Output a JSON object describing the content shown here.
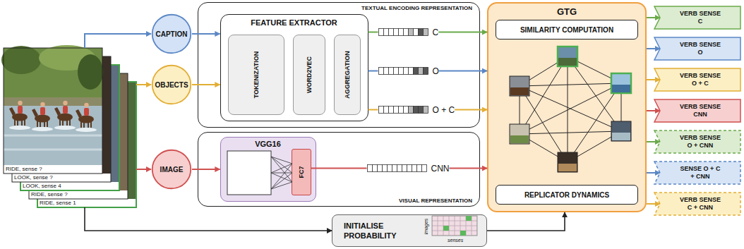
{
  "diagram": {
    "nodes": [
      {
        "text": [
          "RIDE, sense ?",
          "LOOK, sense ?",
          "LOOK, sense 4",
          "RIDE, sense ?",
          "RIDE, sense 1"
        ]
      },
      {
        "text": [
          "CAPTION"
        ]
      },
      {
        "text": [
          "OBJECTS"
        ]
      },
      {
        "text": [
          "IMAGE"
        ]
      },
      {
        "text": [
          "TEXTUAL ENCODING REPRESENTATION"
        ]
      },
      {
        "text": [
          "FEATURE EXTRACTOR"
        ],
        "in": 4
      },
      {
        "text": [
          "TOKENIZATION"
        ],
        "in": 5
      },
      {
        "text": [
          "WORD2VEC"
        ],
        "in": 5
      },
      {
        "text": [
          "AGGREGATION"
        ],
        "in": 5
      },
      {
        "text": [
          "C"
        ],
        "in": 4
      },
      {
        "text": [
          "O"
        ],
        "in": 4
      },
      {
        "text": [
          "O + C"
        ],
        "in": 4
      },
      {
        "text": [
          "VISUAL REPRESENTATION"
        ]
      },
      {
        "text": [
          "VGG16"
        ],
        "in": 12
      },
      {
        "text": [
          "FC7"
        ],
        "in": 13
      },
      {
        "text": [
          "CNN"
        ],
        "in": 12
      },
      {
        "text": [
          "GTG"
        ]
      },
      {
        "text": [
          "SIMILARITY COMPUTATION"
        ],
        "in": 16
      },
      {
        "text": [
          "REPLICATOR DYNAMICS"
        ],
        "in": 16
      },
      {
        "text": [
          "INITIALISE PROBABILITY"
        ]
      },
      {
        "text": [
          "VERB SENSE C"
        ]
      },
      {
        "text": [
          "VERB SENSE O"
        ]
      },
      {
        "text": [
          "VERB SENSE O + C"
        ]
      },
      {
        "text": [
          "VERB SENSE CNN"
        ]
      },
      {
        "text": [
          "VERB SENSE O + CNN"
        ]
      },
      {
        "text": [
          "SENSE O + C + CNN"
        ]
      },
      {
        "text": [
          "VERB SENSE C + CNN"
        ]
      }
    ],
    "edges": [
      {
        "from": 0,
        "to": 1,
        "arrow": "to"
      },
      {
        "from": 0,
        "to": 2,
        "arrow": "to"
      },
      {
        "from": 0,
        "to": 3,
        "arrow": "to"
      },
      {
        "from": 0,
        "to": 19,
        "arrow": "to"
      },
      {
        "from": 1,
        "to": 5,
        "arrow": "to"
      },
      {
        "from": 2,
        "to": 5,
        "arrow": "to"
      },
      {
        "from": 3,
        "to": 13,
        "arrow": "to"
      },
      {
        "from": 5,
        "to": 9,
        "arrow": "none"
      },
      {
        "from": 5,
        "to": 10,
        "arrow": "none"
      },
      {
        "from": 5,
        "to": 11,
        "arrow": "none"
      },
      {
        "from": 9,
        "to": 16,
        "arrow": "to"
      },
      {
        "from": 10,
        "to": 16,
        "arrow": "to"
      },
      {
        "from": 11,
        "to": 16,
        "arrow": "to"
      },
      {
        "from": 14,
        "to": 15,
        "arrow": "none"
      },
      {
        "from": 15,
        "to": 16,
        "arrow": "to"
      },
      {
        "from": 19,
        "to": 16,
        "arrow": "to"
      },
      {
        "from": 16,
        "to": 20,
        "arrow": "to"
      },
      {
        "from": 16,
        "to": 21,
        "arrow": "to"
      },
      {
        "from": 16,
        "to": 22,
        "arrow": "to"
      },
      {
        "from": 16,
        "to": 23,
        "arrow": "to"
      },
      {
        "from": 16,
        "to": 24,
        "arrow": "to"
      },
      {
        "from": 16,
        "to": 25,
        "arrow": "to"
      },
      {
        "from": 16,
        "to": 26,
        "arrow": "to"
      }
    ],
    "labels": [
      "images",
      "senses"
    ]
  }
}
